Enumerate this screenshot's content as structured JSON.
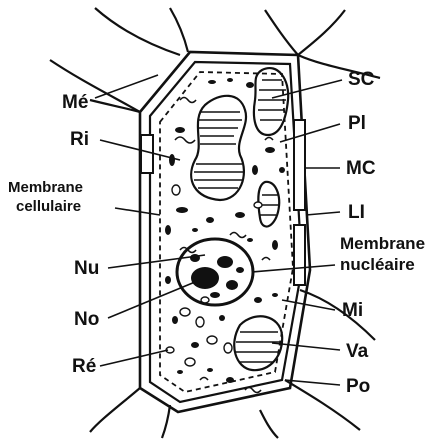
{
  "labels": {
    "me": "Mé",
    "ri": "Ri",
    "membrane_cellulaire_1": "Membrane",
    "membrane_cellulaire_2": "cellulaire",
    "nu": "Nu",
    "no": "No",
    "re": "Ré",
    "sc": "SC",
    "pl": "Pl",
    "mc": "MC",
    "li": "LI",
    "membrane_nucleaire_1": "Membrane",
    "membrane_nucleaire_2": "nucléaire",
    "mi": "Mi",
    "va": "Va",
    "po": "Po"
  }
}
